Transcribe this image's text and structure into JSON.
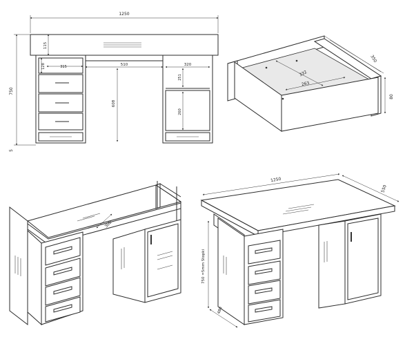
{
  "front_view": {
    "width": "1250",
    "top_height": "115",
    "height": "750",
    "plinth": "5",
    "drawer_height": "128",
    "drawer_width": "315",
    "kneespace_width": "510",
    "cabinet_width": "320",
    "shelf_height": "251",
    "kneespace_height": "608",
    "door_height": "260"
  },
  "drawer_view": {
    "depth": "350",
    "height": "80",
    "inner_depth": "332",
    "inner_width": "263"
  },
  "iso_left": {
    "shelf_depth": "300"
  },
  "iso_right": {
    "width": "1250",
    "depth": "550",
    "height_label": "750 =5mm Stopki",
    "plinth_depth": "480"
  }
}
